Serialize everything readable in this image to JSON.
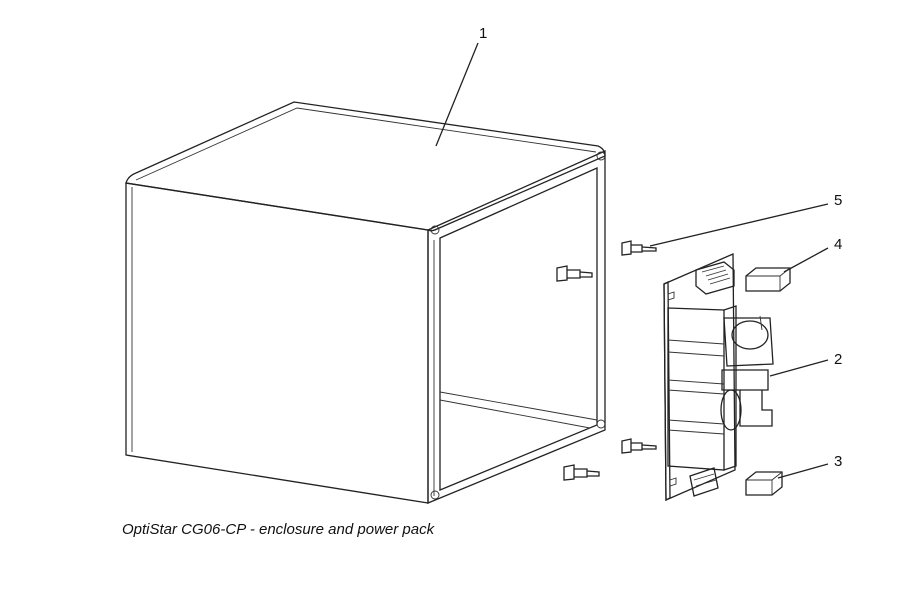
{
  "caption": "OptiStar CG06-CP - enclosure and power pack",
  "callouts": [
    {
      "id": "1",
      "part": "enclosure"
    },
    {
      "id": "2",
      "part": "power-pack"
    },
    {
      "id": "3",
      "part": "cap-lower"
    },
    {
      "id": "4",
      "part": "cap-upper"
    },
    {
      "id": "5",
      "part": "screw"
    }
  ],
  "colors": {
    "line": "#222222",
    "fill": "#ffffff",
    "shade": "#dcdcdc",
    "dark": "#bdbdbd"
  }
}
